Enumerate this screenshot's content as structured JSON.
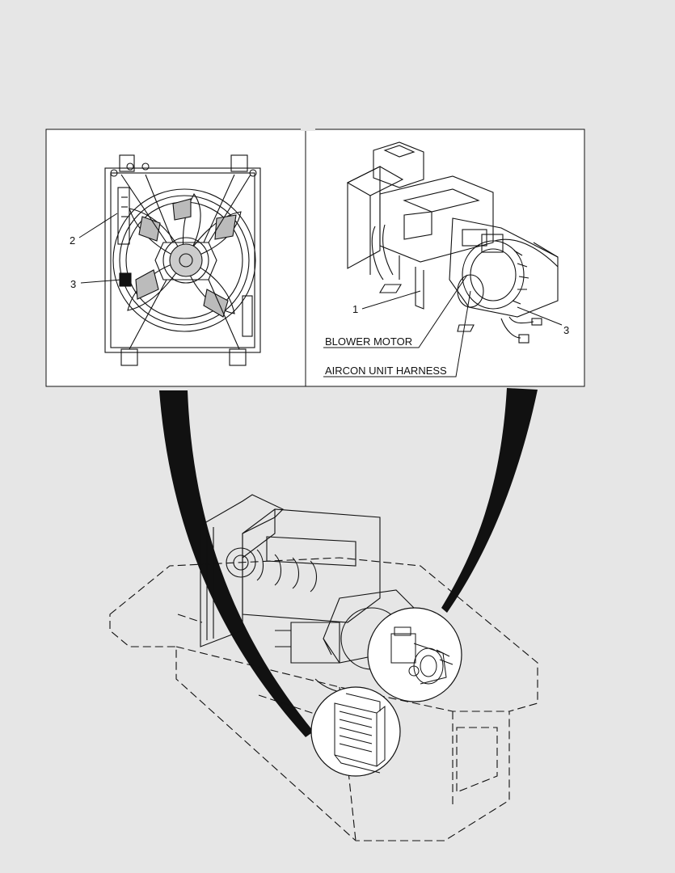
{
  "callouts": {
    "left_panel": {
      "item_2": "2",
      "item_3": "3"
    },
    "right_panel": {
      "item_1": "1",
      "item_3": "3",
      "blower_motor": "BLOWER MOTOR",
      "aircon_harness": "AIRCON UNIT HARNESS"
    }
  },
  "colors": {
    "background": "#e6e6e6",
    "panel": "#ffffff",
    "line": "#111111"
  }
}
